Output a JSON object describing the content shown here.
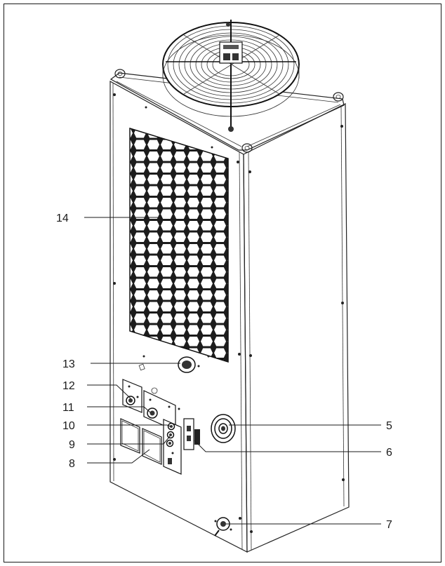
{
  "callouts": {
    "c14": "14",
    "c13": "13",
    "c12": "12",
    "c11": "11",
    "c10": "10",
    "c9": "9",
    "c8": "8",
    "c5": "5",
    "c6": "6",
    "c7": "7"
  },
  "colors": {
    "line": "#1a1a1a",
    "background": "#ffffff",
    "grille": "#222222"
  }
}
